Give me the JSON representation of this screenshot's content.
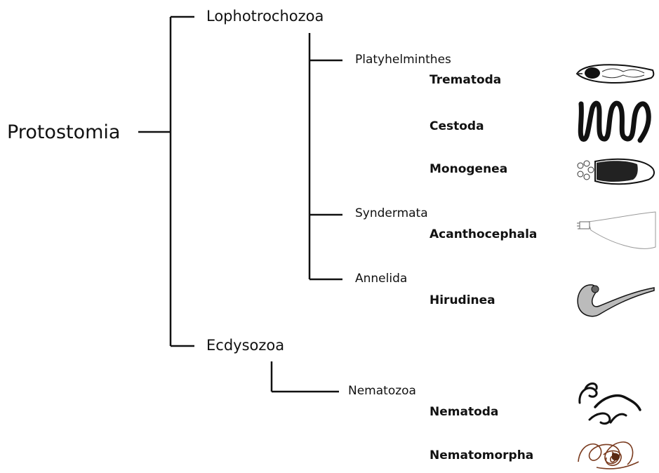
{
  "root": "Protostomia",
  "groups": [
    {
      "name": "Lophotrochozoa",
      "clades": [
        {
          "name": "Platyhelminthes",
          "taxa": [
            {
              "name": "Trematoda",
              "icon": "trematode-icon"
            },
            {
              "name": "Cestoda",
              "icon": "cestode-icon"
            },
            {
              "name": "Monogenea",
              "icon": "monogenean-icon"
            }
          ]
        },
        {
          "name": "Syndermata",
          "taxa": [
            {
              "name": "Acanthocephala",
              "icon": "acanthocephalan-icon"
            }
          ]
        },
        {
          "name": "Annelida",
          "taxa": [
            {
              "name": "Hirudinea",
              "icon": "leech-icon"
            }
          ]
        }
      ]
    },
    {
      "name": "Ecdysozoa",
      "clades": [
        {
          "name": "Nematozoa",
          "taxa": [
            {
              "name": "Nematoda",
              "icon": "nematode-icon"
            },
            {
              "name": "Nematomorpha",
              "icon": "horsehair-worm-icon"
            }
          ]
        }
      ]
    }
  ],
  "colors": {
    "line": "#111111",
    "nematomorpha": "#7a3b1f"
  }
}
